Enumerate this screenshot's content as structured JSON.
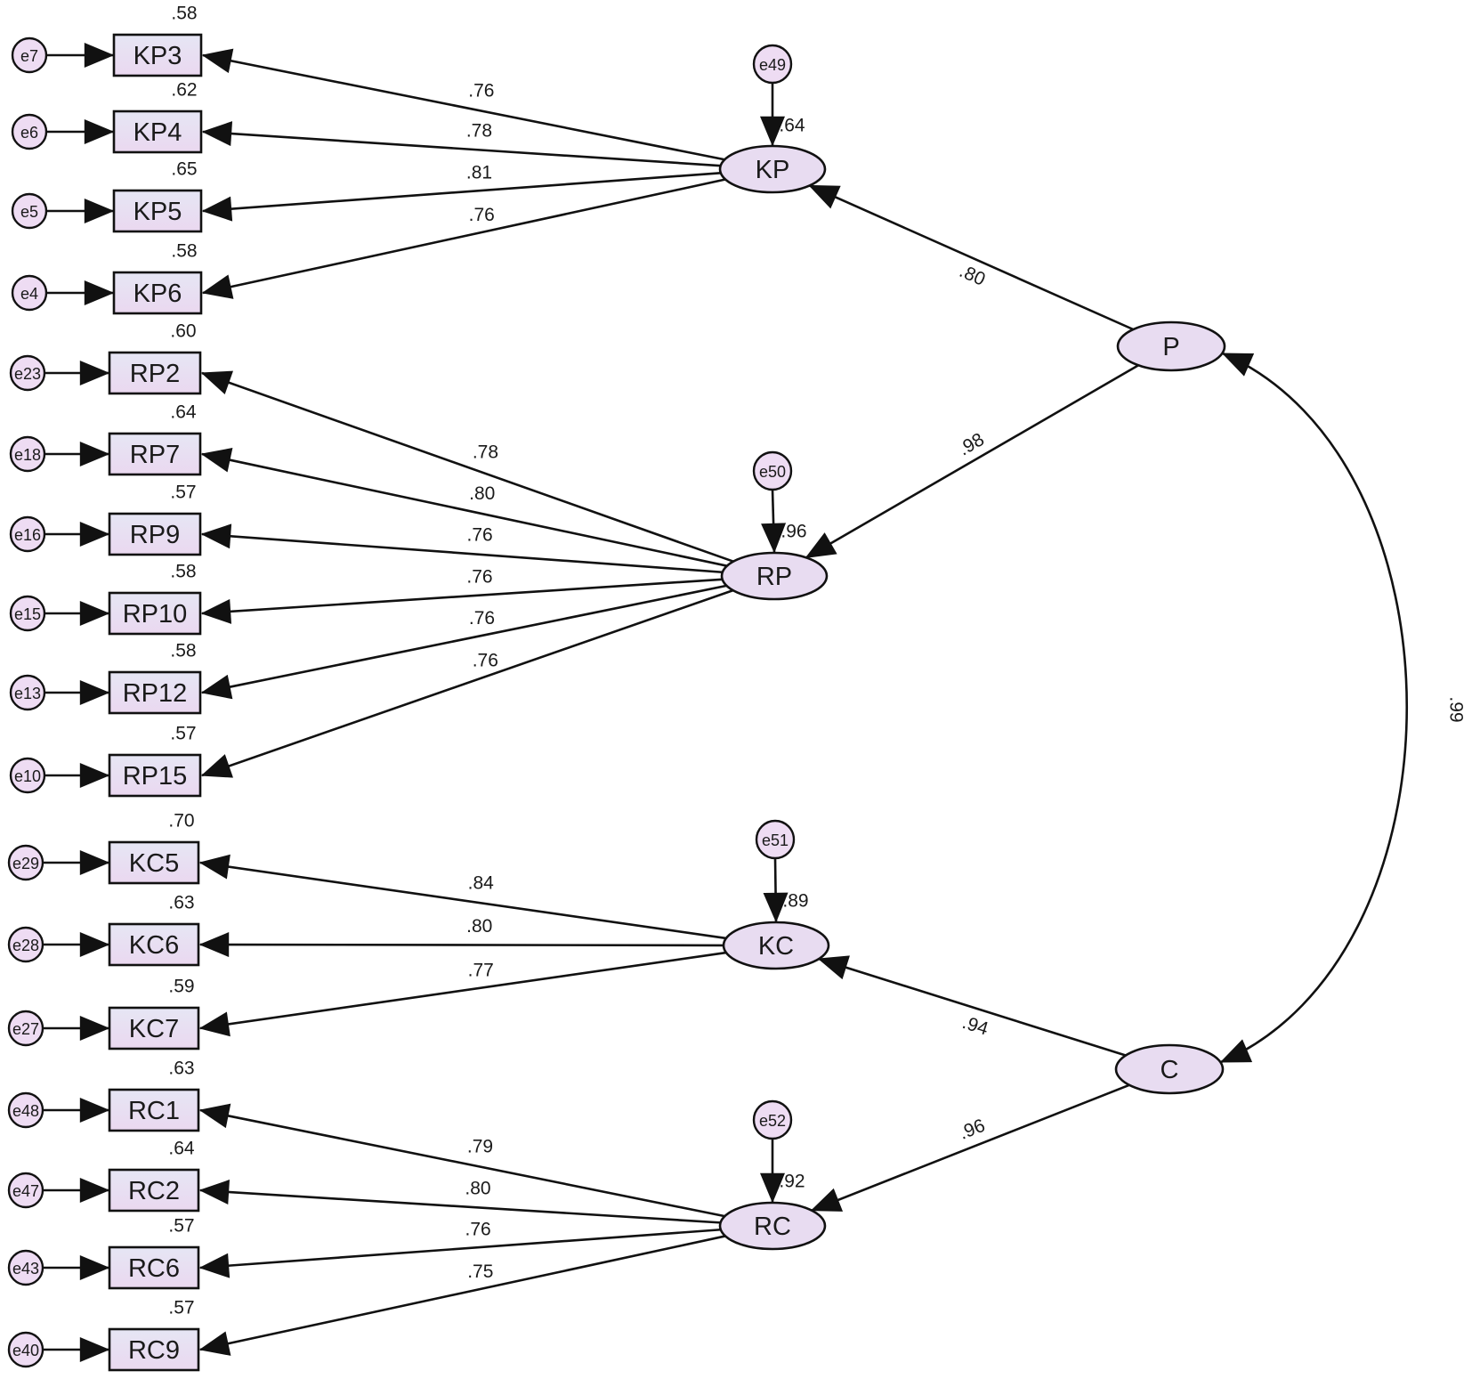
{
  "colors": {
    "box_fill_top": "#e6e6f4",
    "box_fill_bottom": "#ead8f0",
    "ellipse_fill": "#e8dcf1",
    "error_fill": "#eedcf3",
    "stroke": "#111111"
  },
  "indicators": [
    {
      "id": "KP3",
      "label": "KP3",
      "error": "e7",
      "r2": ".58"
    },
    {
      "id": "KP4",
      "label": "KP4",
      "error": "e6",
      "r2": ".62"
    },
    {
      "id": "KP5",
      "label": "KP5",
      "error": "e5",
      "r2": ".65"
    },
    {
      "id": "KP6",
      "label": "KP6",
      "error": "e4",
      "r2": ".58"
    },
    {
      "id": "RP2",
      "label": "RP2",
      "error": "e23",
      "r2": ".60"
    },
    {
      "id": "RP7",
      "label": "RP7",
      "error": "e18",
      "r2": ".64"
    },
    {
      "id": "RP9",
      "label": "RP9",
      "error": "e16",
      "r2": ".57"
    },
    {
      "id": "RP10",
      "label": "RP10",
      "error": "e15",
      "r2": ".58"
    },
    {
      "id": "RP12",
      "label": "RP12",
      "error": "e13",
      "r2": ".58"
    },
    {
      "id": "RP15",
      "label": "RP15",
      "error": "e10",
      "r2": ".57"
    },
    {
      "id": "KC5",
      "label": "KC5",
      "error": "e29",
      "r2": ".70"
    },
    {
      "id": "KC6",
      "label": "KC6",
      "error": "e28",
      "r2": ".63"
    },
    {
      "id": "KC7",
      "label": "KC7",
      "error": "e27",
      "r2": ".59"
    },
    {
      "id": "RC1",
      "label": "RC1",
      "error": "e48",
      "r2": ".63"
    },
    {
      "id": "RC2",
      "label": "RC2",
      "error": "e47",
      "r2": ".64"
    },
    {
      "id": "RC6",
      "label": "RC6",
      "error": "e43",
      "r2": ".57"
    },
    {
      "id": "RC9",
      "label": "RC9",
      "error": "e40",
      "r2": ".57"
    }
  ],
  "first_order": [
    {
      "id": "KP",
      "label": "KP",
      "disturbance": "e49",
      "r2": ".64"
    },
    {
      "id": "RP",
      "label": "RP",
      "disturbance": "e50",
      "r2": ".96"
    },
    {
      "id": "KC",
      "label": "KC",
      "disturbance": "e51",
      "r2": ".89"
    },
    {
      "id": "RC",
      "label": "RC",
      "disturbance": "e52",
      "r2": ".92"
    }
  ],
  "second_order": [
    {
      "id": "P",
      "label": "P"
    },
    {
      "id": "C",
      "label": "C"
    }
  ],
  "loadings": [
    {
      "from": "KP",
      "to": "KP3",
      "value": ".76"
    },
    {
      "from": "KP",
      "to": "KP4",
      "value": ".78"
    },
    {
      "from": "KP",
      "to": "KP5",
      "value": ".81"
    },
    {
      "from": "KP",
      "to": "KP6",
      "value": ".76"
    },
    {
      "from": "RP",
      "to": "RP2",
      "value": ".78"
    },
    {
      "from": "RP",
      "to": "RP7",
      "value": ".80"
    },
    {
      "from": "RP",
      "to": "RP9",
      "value": ".76"
    },
    {
      "from": "RP",
      "to": "RP10",
      "value": ".76"
    },
    {
      "from": "RP",
      "to": "RP12",
      "value": ".76"
    },
    {
      "from": "RP",
      "to": "RP15",
      "value": ".76"
    },
    {
      "from": "KC",
      "to": "KC5",
      "value": ".84"
    },
    {
      "from": "KC",
      "to": "KC6",
      "value": ".80"
    },
    {
      "from": "KC",
      "to": "KC7",
      "value": ".77"
    },
    {
      "from": "RC",
      "to": "RC1",
      "value": ".79"
    },
    {
      "from": "RC",
      "to": "RC2",
      "value": ".80"
    },
    {
      "from": "RC",
      "to": "RC6",
      "value": ".76"
    },
    {
      "from": "RC",
      "to": "RC9",
      "value": ".75"
    }
  ],
  "higher_paths": [
    {
      "from": "P",
      "to": "KP",
      "value": ".80"
    },
    {
      "from": "P",
      "to": "RP",
      "value": ".98"
    },
    {
      "from": "C",
      "to": "KC",
      "value": ".94"
    },
    {
      "from": "C",
      "to": "RC",
      "value": ".96"
    }
  ],
  "covariance": {
    "between": [
      "P",
      "C"
    ],
    "value": ".99"
  }
}
